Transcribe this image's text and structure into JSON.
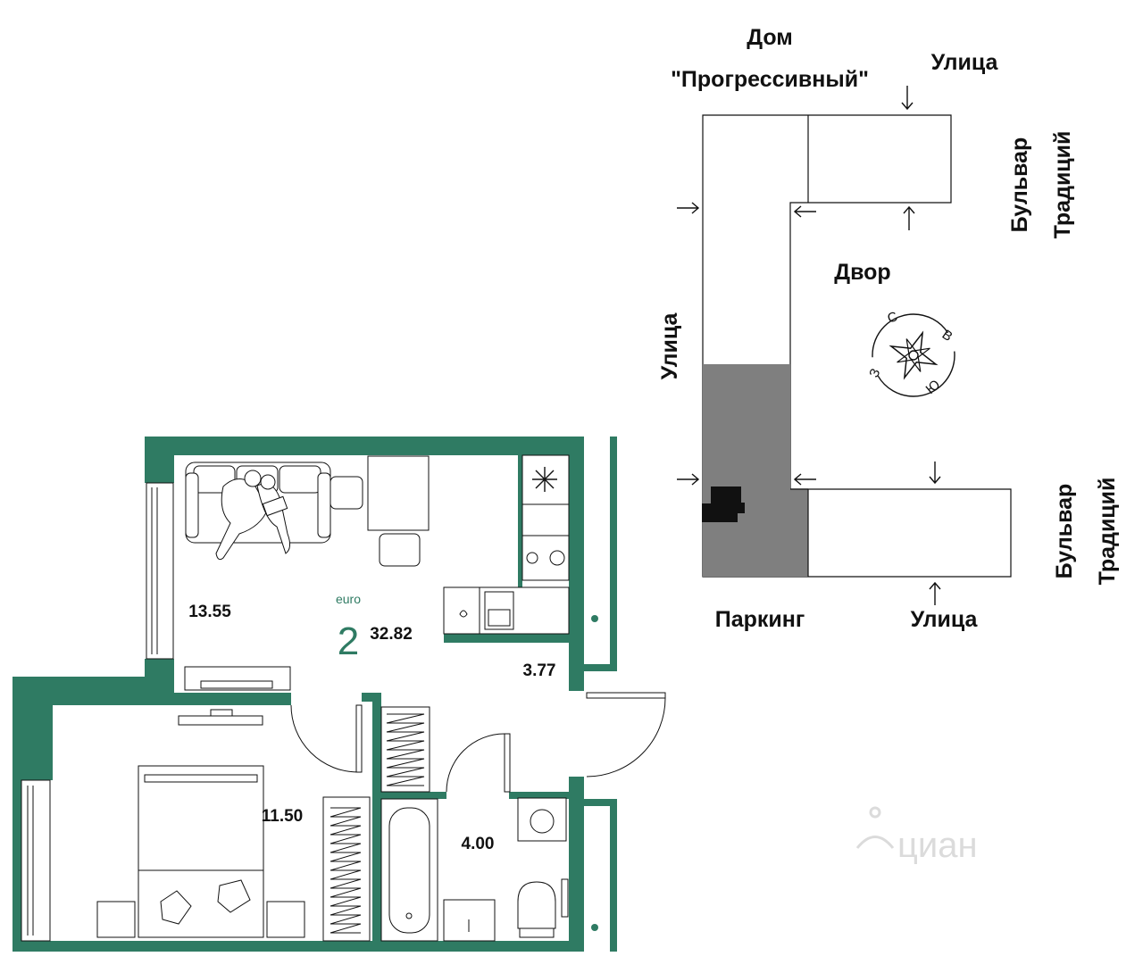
{
  "colors": {
    "wall": "#2f7b63",
    "ink": "#111111",
    "parking": "#7f7f7f",
    "watermark": "#d8d8d8",
    "background": "#ffffff"
  },
  "site_plan": {
    "building_line1": "Дом",
    "building_line2": "\"Прогрессивный\"",
    "street_top": "Улица",
    "street_left": "Улица",
    "street_bottom": "Улица",
    "boulevard_top_line1": "Бульвар",
    "boulevard_top_line2": "Традиций",
    "boulevard_bottom_line1": "Бульвар",
    "boulevard_bottom_line2": "Традиций",
    "yard": "Двор",
    "parking": "Паркинг",
    "compass": {
      "north": "С",
      "east": "В",
      "south": "Ю",
      "west": "З"
    }
  },
  "apartment": {
    "type_label": "euro",
    "rooms": "2",
    "total_area": "32.82",
    "living_kitchen_area": "13.55",
    "hall_area": "3.77",
    "bedroom_area": "11.50",
    "bathroom_area": "4.00"
  },
  "watermark": {
    "text": "циан",
    "icon": "cian-logo-icon"
  }
}
